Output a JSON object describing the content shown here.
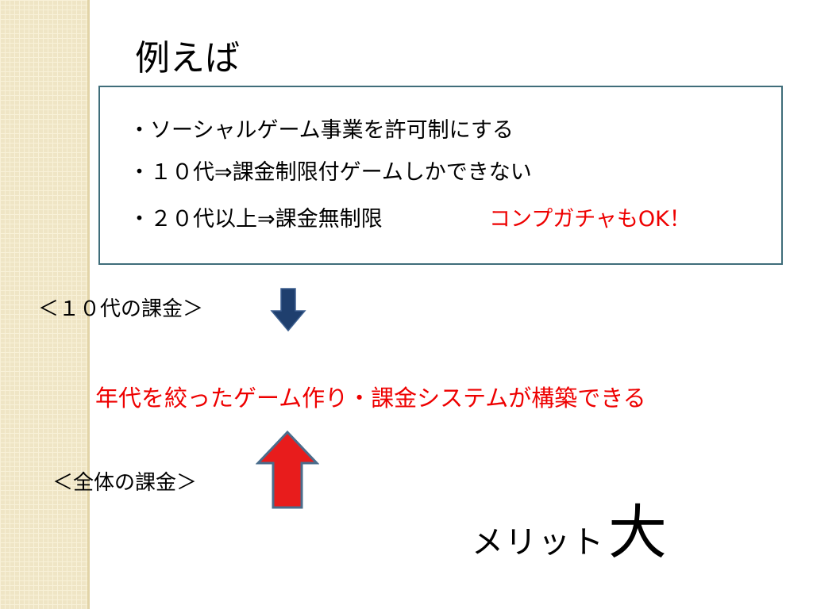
{
  "slide": {
    "title": "例えば",
    "box": {
      "bullets": [
        "・ソーシャルゲーム事業を許可制にする",
        "・１０代⇒課金制限付ゲームしかできない",
        "・２０代以上⇒課金無制限"
      ],
      "note": "コンプガチャもOK！"
    },
    "label_teen": "＜１０代の課金＞",
    "result": "年代を絞ったゲーム作り・課金システムが構築できる",
    "label_all": "＜全体の課金＞",
    "merit": {
      "text": "メリット",
      "emphasis": "大"
    }
  },
  "colors": {
    "accent_red": "#ee0000",
    "arrow_down": "#1f3f6e",
    "arrow_up": "#e81c1c",
    "box_border": "#3f6d7a",
    "strip": "#efe5c5"
  },
  "icons": {
    "down": "arrow-down-icon",
    "up": "arrow-up-icon"
  }
}
